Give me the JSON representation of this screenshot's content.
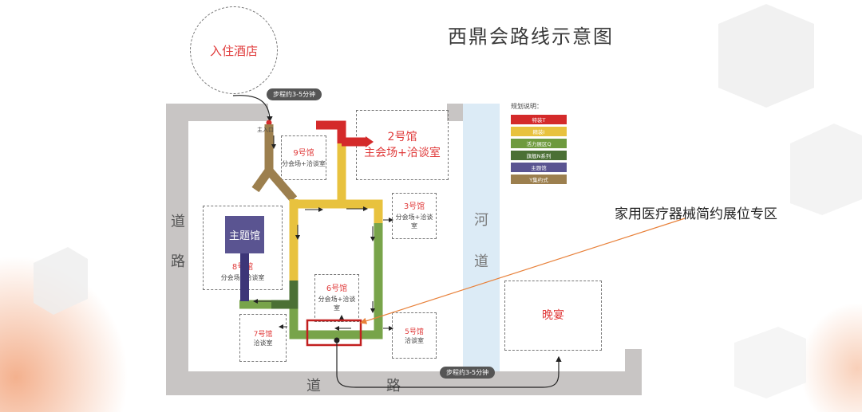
{
  "title": "西鼎会路线示意图",
  "hotel_label": "入住酒店",
  "walk_top": "步程约3-5分钟",
  "walk_bottom": "步程约3-5分钟",
  "entrance_label": "主入口",
  "legend": {
    "title": "规划说明：",
    "items": [
      {
        "label": "特装T",
        "color": "#d42a2a"
      },
      {
        "label": "精装I",
        "color": "#e8c23e"
      },
      {
        "label": "活力展区Q",
        "color": "#6e9a3e"
      },
      {
        "label": "旗舰N系列",
        "color": "#4b7035"
      },
      {
        "label": "主题馆",
        "color": "#5a5491"
      },
      {
        "label": "Y集约式",
        "color": "#9c7f4e"
      }
    ]
  },
  "halls": {
    "h2": {
      "name": "2号馆",
      "sub": "主会场+洽谈室"
    },
    "h9": {
      "name": "9号馆",
      "sub": "分会场+洽谈室"
    },
    "h3": {
      "name": "3号馆",
      "sub": "分会场+洽谈室"
    },
    "h8": {
      "name": "8号馆",
      "sub": "分会场+洽谈室"
    },
    "h6": {
      "name": "6号馆",
      "sub": "分会场+洽谈室"
    },
    "h7": {
      "name": "7号馆",
      "sub": "洽谈室"
    },
    "h5": {
      "name": "5号馆",
      "sub": "洽谈室"
    },
    "banquet": {
      "name": "晚宴"
    },
    "theme": {
      "name": "主题馆"
    }
  },
  "roads": {
    "left_1": "道",
    "left_2": "路",
    "bottom_1": "道",
    "bottom_2": "路"
  },
  "river": {
    "c1": "河",
    "c2": "道"
  },
  "callout": "家用医疗器械简约展位专区",
  "colors": {
    "red": "#d42a2a",
    "yellow": "#e8c23e",
    "green": "#78a44a",
    "dark_green": "#4b7035",
    "brown": "#9c7f4e",
    "purple": "#5a5491",
    "road": "#c8c5c4",
    "river": "#dcebf6",
    "highlight": "#c21f1f",
    "arrow": "#e8813a"
  }
}
